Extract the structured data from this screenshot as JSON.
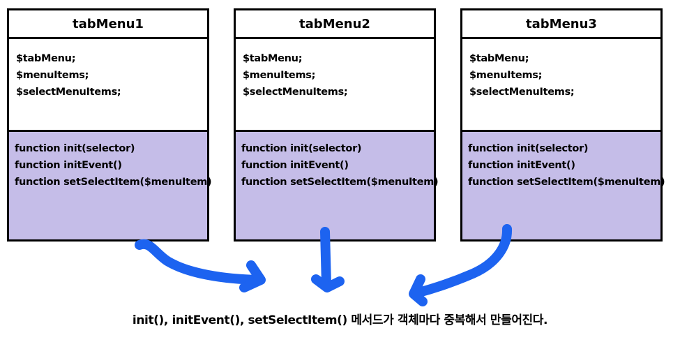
{
  "boxes": [
    {
      "title": "tabMenu1",
      "fields": [
        "$tabMenu;",
        "$menuItems;",
        "$selectMenuItems;"
      ],
      "methods": [
        "function init(selector)",
        "function initEvent()",
        "function setSelectItem($menuItem)"
      ]
    },
    {
      "title": "tabMenu2",
      "fields": [
        "$tabMenu;",
        "$menuItems;",
        "$selectMenuItems;"
      ],
      "methods": [
        "function init(selector)",
        "function initEvent()",
        "function setSelectItem($menuItem)"
      ]
    },
    {
      "title": "tabMenu3",
      "fields": [
        "$tabMenu;",
        "$menuItems;",
        "$selectMenuItems;"
      ],
      "methods": [
        "function init(selector)",
        "function initEvent()",
        "function setSelectItem($menuItem)"
      ]
    }
  ],
  "caption": "init(), initEvent(), setSelectItem() 메서드가 객체마다 중복해서 만들어진다.",
  "colors": {
    "method_panel": "#c5bde8",
    "arrow": "#1d63f0",
    "border": "#000000"
  }
}
